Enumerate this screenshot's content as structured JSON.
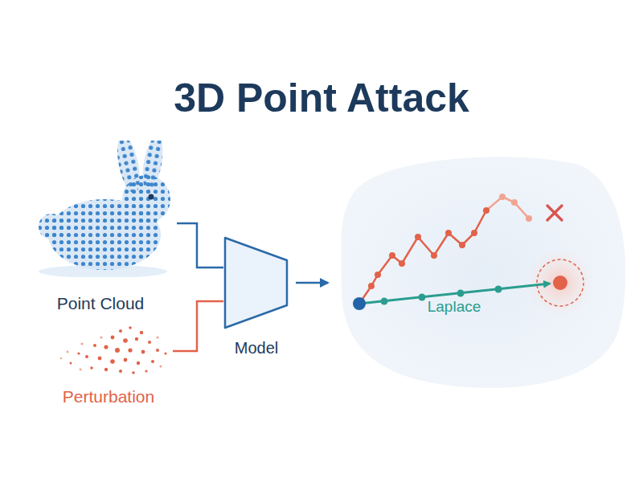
{
  "diagram": {
    "title": "3D Point Attack",
    "nodes": [
      {
        "text": [
          "Point Cloud"
        ]
      },
      {
        "text": [
          "Perturbation"
        ]
      },
      {
        "text": [
          "Model"
        ]
      },
      {
        "text": [
          "Laplace"
        ]
      }
    ],
    "edges": [
      {
        "from": 0,
        "to": 2,
        "arrow": "none"
      },
      {
        "from": 1,
        "to": 2,
        "arrow": "none"
      },
      {
        "from": 2,
        "to": 3,
        "arrow": "to"
      }
    ]
  }
}
